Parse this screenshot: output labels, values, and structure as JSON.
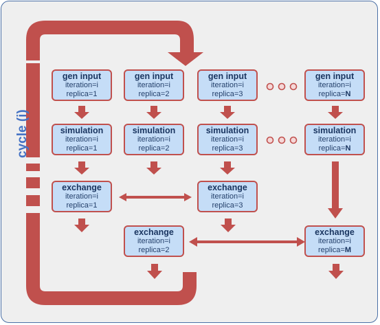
{
  "cycle_label": "cycle (i)",
  "nodes": [
    {
      "title": "gen input",
      "iteration": "iteration=i",
      "replica_prefix": "replica=",
      "replica_val": "1"
    },
    {
      "title": "gen input",
      "iteration": "iteration=i",
      "replica_prefix": "replica=",
      "replica_val": "2"
    },
    {
      "title": "gen input",
      "iteration": "iteration=i",
      "replica_prefix": "replica=",
      "replica_val": "3"
    },
    {
      "title": "gen input",
      "iteration": "iteration=i",
      "replica_prefix": "replica=",
      "replica_val": "N"
    },
    {
      "title": "simulation",
      "iteration": "iteration=i",
      "replica_prefix": "replica=",
      "replica_val": "1"
    },
    {
      "title": "simulation",
      "iteration": "iteration=i",
      "replica_prefix": "replica=",
      "replica_val": "2"
    },
    {
      "title": "simulation",
      "iteration": "iteration=i",
      "replica_prefix": "replica=",
      "replica_val": "3"
    },
    {
      "title": "simulation",
      "iteration": "iteration=i",
      "replica_prefix": "replica=",
      "replica_val": "N"
    },
    {
      "title": "exchange",
      "iteration": "iteration=i",
      "replica_prefix": "replica=",
      "replica_val": "1"
    },
    {
      "title": "exchange",
      "iteration": "iteration=i",
      "replica_prefix": "replica=",
      "replica_val": "3"
    },
    {
      "title": "exchange",
      "iteration": "iteration=i",
      "replica_prefix": "replica=",
      "replica_val": "2"
    },
    {
      "title": "exchange",
      "iteration": "iteration=i",
      "replica_prefix": "replica=",
      "replica_val": "M"
    }
  ],
  "colors": {
    "arrow": "#c0504d",
    "node_fill": "#c5ddf7",
    "node_border": "#c0504d",
    "label": "#4472c4",
    "background": "#efefef"
  }
}
